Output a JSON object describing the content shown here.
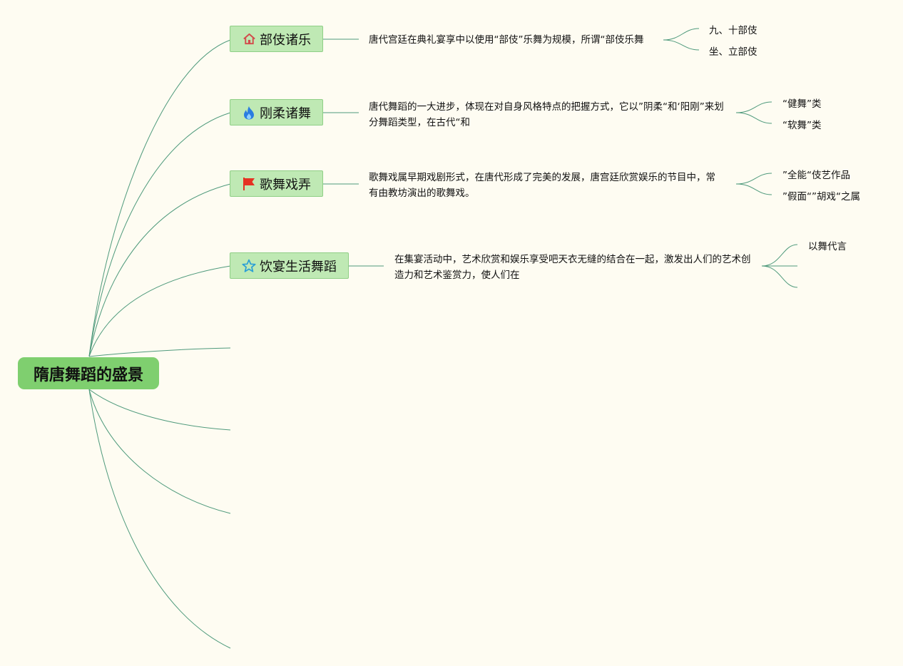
{
  "root": {
    "label": "隋唐舞蹈的盛景"
  },
  "branches": [
    {
      "label": "部伎诸乐",
      "icon": "house-icon",
      "description": "唐代宫廷在典礼宴享中以使用“部伎”乐舞为规模，所谓“部伎乐舞",
      "children": [
        "九、十部伎",
        "坐、立部伎"
      ]
    },
    {
      "label": "刚柔诸舞",
      "icon": "flame-icon",
      "description": "唐代舞蹈的一大进步，体现在对自身风格特点的把握方式，它以”阴柔“和‘阳刚”来划分舞蹈类型，在古代“和",
      "children": [
        "“健舞”类",
        "“软舞”类"
      ]
    },
    {
      "label": "歌舞戏弄",
      "icon": "flag-icon",
      "description": "歌舞戏属早期戏剧形式，在唐代形成了完美的发展，唐宫廷欣赏娱乐的节目中，常有由教坊演出的歌舞戏。",
      "children": [
        "”全能“伎艺作品",
        "”假面“”胡戏“之属"
      ]
    },
    {
      "label": "饮宴生活舞蹈",
      "icon": "star-icon",
      "description": "在集宴活动中，艺术欣赏和娱乐享受吧天衣无缝的结合在一起，激发出人们的艺术创造力和艺术鉴赏力，使人们在",
      "children": [
        "以舞代言",
        "",
        ""
      ]
    }
  ],
  "colors": {
    "background": "#fefcf2",
    "root_fill": "#7fcf6f",
    "branch_fill": "#bfe9b4",
    "branch_border": "#8fcf86",
    "line": "#4f9a7c",
    "icon_house": "#d24b4b",
    "icon_flame": "#2a7de1",
    "icon_flag": "#e53222",
    "icon_star": "#2a9fd6"
  }
}
